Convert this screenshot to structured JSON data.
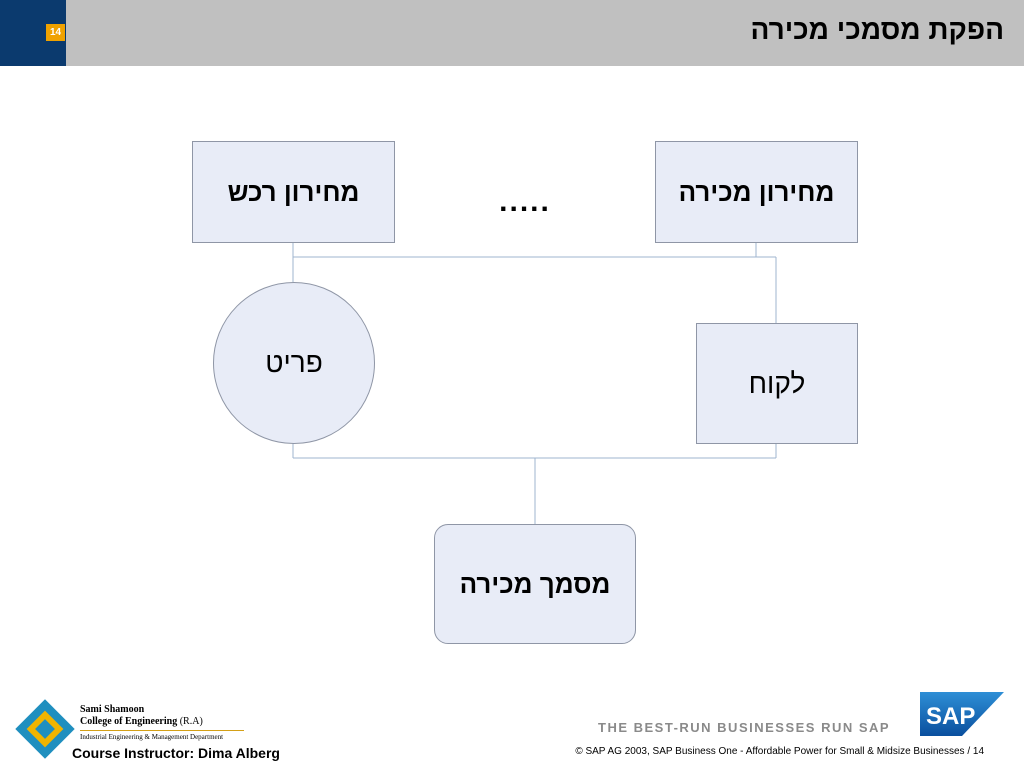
{
  "header": {
    "slide_number": "14",
    "title": "הפקת מסמכי מכירה"
  },
  "diagram": {
    "nodes": {
      "purchase_price_list": "מחירון רכש",
      "sales_price_list": "מחירון מכירה",
      "item": "פריט",
      "customer": "לקוח",
      "sales_document": "מסמך מכירה"
    },
    "ellipsis": ".....",
    "colors": {
      "node_fill": "#e8ecf7",
      "node_border": "#8f96a6",
      "connector": "#9fb4cf"
    }
  },
  "footer": {
    "college_name": "Sami Shamoon",
    "college_line2": "College of Engineering",
    "college_ra": "(R.A)",
    "department": "Industrial Engineering & Management Department",
    "instructor": "Course Instructor: Dima Alberg",
    "tagline": "THE BEST-RUN BUSINESSES RUN SAP",
    "sap_logo_text": "SAP",
    "copyright": "©  SAP AG 2003, SAP Business One - Affordable Power for Small & Midsize Businesses / 14"
  }
}
